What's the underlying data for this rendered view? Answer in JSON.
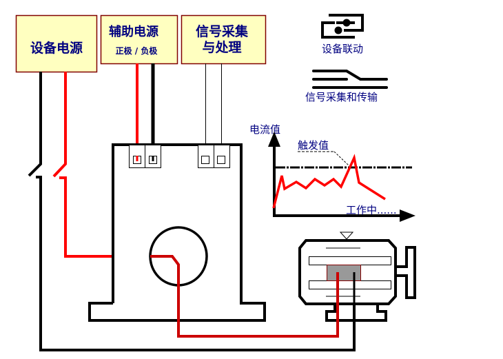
{
  "boxes": {
    "equipment_power": "设备电源",
    "aux_power": "辅助电源",
    "aux_power_sub": "正极 / 负极",
    "signal_line1": "信号采集",
    "signal_line2": "与处理"
  },
  "legend": {
    "linkage": "设备联动",
    "signal": "信号采集和传输"
  },
  "graph": {
    "ylabel": "电流值",
    "trigger": "触发值",
    "working": "工作中......"
  },
  "colors": {
    "box_fill": "#ffffc0",
    "box_border": "#800000",
    "text": "#000080",
    "live_wire": "#ff0000",
    "motor_wire": "#cc0000",
    "neutral_wire": "#000000",
    "rotor": "#999999"
  }
}
